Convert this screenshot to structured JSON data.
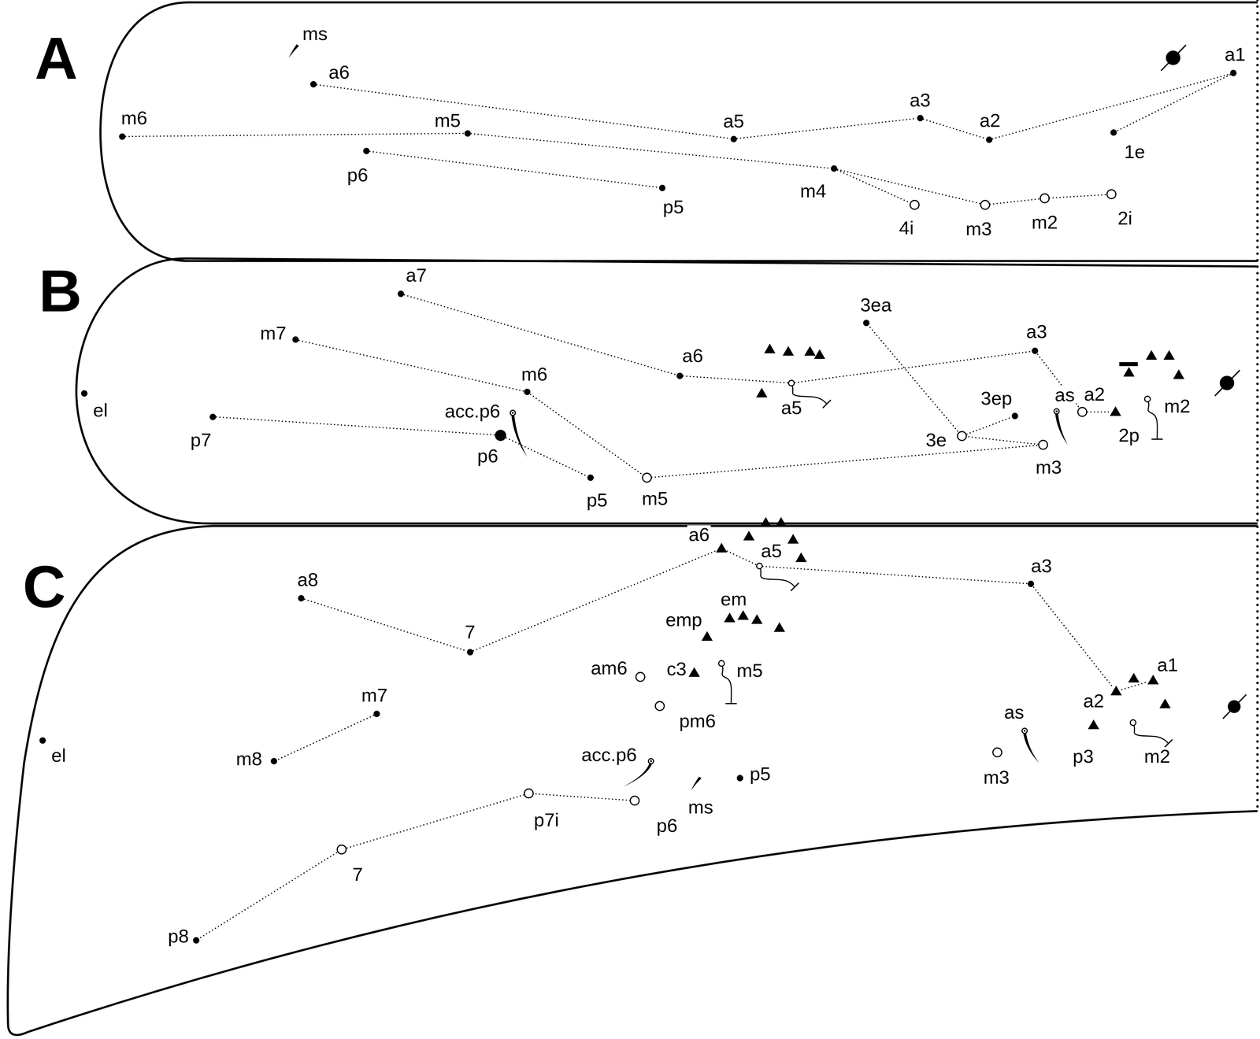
{
  "diagram": {
    "nodes": [
      {
        "text": [
          "A"
        ]
      },
      {
        "text": [
          "ms"
        ],
        "in": 0
      },
      {
        "text": [
          "a6"
        ],
        "in": 0
      },
      {
        "text": [
          "m6"
        ],
        "in": 0
      },
      {
        "text": [
          "m5"
        ],
        "in": 0
      },
      {
        "text": [
          "p6"
        ],
        "in": 0
      },
      {
        "text": [
          "a5"
        ],
        "in": 0
      },
      {
        "text": [
          "a3"
        ],
        "in": 0
      },
      {
        "text": [
          "a2"
        ],
        "in": 0
      },
      {
        "text": [
          "a1"
        ],
        "in": 0
      },
      {
        "text": [
          "1e"
        ],
        "in": 0
      },
      {
        "text": [
          "p5"
        ],
        "in": 0
      },
      {
        "text": [
          "m4"
        ],
        "in": 0
      },
      {
        "text": [
          "4i"
        ],
        "in": 0
      },
      {
        "text": [
          "m3"
        ],
        "in": 0
      },
      {
        "text": [
          "m2"
        ],
        "in": 0
      },
      {
        "text": [
          "2i"
        ],
        "in": 0
      },
      {
        "text": [
          "B"
        ]
      },
      {
        "text": [
          "a7"
        ],
        "in": 17
      },
      {
        "text": [
          "m7"
        ],
        "in": 17
      },
      {
        "text": [
          "el"
        ],
        "in": 17
      },
      {
        "text": [
          "a6"
        ],
        "in": 17
      },
      {
        "text": [
          "m6"
        ],
        "in": 17
      },
      {
        "text": [
          "a5"
        ],
        "in": 17
      },
      {
        "text": [
          "3ea"
        ],
        "in": 17
      },
      {
        "text": [
          "a3"
        ],
        "in": 17
      },
      {
        "text": [
          "a2"
        ],
        "in": 17
      },
      {
        "text": [
          "2p"
        ],
        "in": 17
      },
      {
        "text": [
          "m2"
        ],
        "in": 17
      },
      {
        "text": [
          "3ep"
        ],
        "in": 17
      },
      {
        "text": [
          "as"
        ],
        "in": 17
      },
      {
        "text": [
          "3e"
        ],
        "in": 17
      },
      {
        "text": [
          "m3"
        ],
        "in": 17
      },
      {
        "text": [
          "p7"
        ],
        "in": 17
      },
      {
        "text": [
          "acc.p6"
        ],
        "in": 17
      },
      {
        "text": [
          "p6"
        ],
        "in": 17
      },
      {
        "text": [
          "p5"
        ],
        "in": 17
      },
      {
        "text": [
          "m5"
        ],
        "in": 17
      },
      {
        "text": [
          "C"
        ]
      },
      {
        "text": [
          "a8"
        ],
        "in": 38
      },
      {
        "text": [
          "7"
        ],
        "in": 38
      },
      {
        "text": [
          "a6"
        ],
        "in": 38
      },
      {
        "text": [
          "a5"
        ],
        "in": 38
      },
      {
        "text": [
          "a3"
        ],
        "in": 38
      },
      {
        "text": [
          "em"
        ],
        "in": 38
      },
      {
        "text": [
          "emp"
        ],
        "in": 38
      },
      {
        "text": [
          "am6"
        ],
        "in": 38
      },
      {
        "text": [
          "c3"
        ],
        "in": 38
      },
      {
        "text": [
          "m5"
        ],
        "in": 38
      },
      {
        "text": [
          "a1"
        ],
        "in": 38
      },
      {
        "text": [
          "a2"
        ],
        "in": 38
      },
      {
        "text": [
          "p3"
        ],
        "in": 38
      },
      {
        "text": [
          "m2"
        ],
        "in": 38
      },
      {
        "text": [
          "as"
        ],
        "in": 38
      },
      {
        "text": [
          "m3"
        ],
        "in": 38
      },
      {
        "text": [
          "el"
        ],
        "in": 38
      },
      {
        "text": [
          "m7"
        ],
        "in": 38
      },
      {
        "text": [
          "m8"
        ],
        "in": 38
      },
      {
        "text": [
          "pm6"
        ],
        "in": 38
      },
      {
        "text": [
          "acc.p6"
        ],
        "in": 38
      },
      {
        "text": [
          "ms"
        ],
        "in": 38
      },
      {
        "text": [
          "p5"
        ],
        "in": 38
      },
      {
        "text": [
          "p6"
        ],
        "in": 38
      },
      {
        "text": [
          "p7i"
        ],
        "in": 38
      },
      {
        "text": [
          "7"
        ],
        "in": 38
      },
      {
        "text": [
          "p8"
        ],
        "in": 38
      }
    ],
    "edges": [
      {
        "from": 2,
        "to": 6,
        "arrow": "none"
      },
      {
        "from": 6,
        "to": 7,
        "arrow": "none"
      },
      {
        "from": 7,
        "to": 8,
        "arrow": "none"
      },
      {
        "from": 8,
        "to": 9,
        "arrow": "none"
      },
      {
        "from": 9,
        "to": 10,
        "arrow": "none"
      },
      {
        "from": 3,
        "to": 4,
        "arrow": "none"
      },
      {
        "from": 4,
        "to": 12,
        "arrow": "none"
      },
      {
        "from": 12,
        "to": 14,
        "arrow": "none"
      },
      {
        "from": 14,
        "to": 15,
        "arrow": "none"
      },
      {
        "from": 15,
        "to": 16,
        "arrow": "none"
      },
      {
        "from": 12,
        "to": 13,
        "arrow": "none"
      },
      {
        "from": 5,
        "to": 11,
        "arrow": "none"
      },
      {
        "from": 18,
        "to": 21,
        "arrow": "none"
      },
      {
        "from": 21,
        "to": 23,
        "arrow": "none"
      },
      {
        "from": 23,
        "to": 25,
        "arrow": "none"
      },
      {
        "from": 25,
        "to": 26,
        "arrow": "none"
      },
      {
        "from": 26,
        "to": 27,
        "arrow": "none"
      },
      {
        "from": 19,
        "to": 22,
        "arrow": "none"
      },
      {
        "from": 22,
        "to": 37,
        "arrow": "none"
      },
      {
        "from": 37,
        "to": 32,
        "arrow": "none"
      },
      {
        "from": 32,
        "to": 31,
        "arrow": "none"
      },
      {
        "from": 31,
        "to": 24,
        "arrow": "none"
      },
      {
        "from": 31,
        "to": 29,
        "arrow": "none"
      },
      {
        "from": 33,
        "to": 35,
        "arrow": "none"
      },
      {
        "from": 35,
        "to": 36,
        "arrow": "none"
      },
      {
        "from": 39,
        "to": 40,
        "arrow": "none"
      },
      {
        "from": 40,
        "to": 41,
        "arrow": "none"
      },
      {
        "from": 41,
        "to": 42,
        "arrow": "none"
      },
      {
        "from": 42,
        "to": 43,
        "arrow": "none"
      },
      {
        "from": 43,
        "to": 50,
        "arrow": "none"
      },
      {
        "from": 50,
        "to": 49,
        "arrow": "none"
      },
      {
        "from": 56,
        "to": 57,
        "arrow": "none"
      },
      {
        "from": 62,
        "to": 63,
        "arrow": "none"
      },
      {
        "from": 63,
        "to": 64,
        "arrow": "none"
      },
      {
        "from": 64,
        "to": 65,
        "arrow": "none"
      }
    ]
  }
}
